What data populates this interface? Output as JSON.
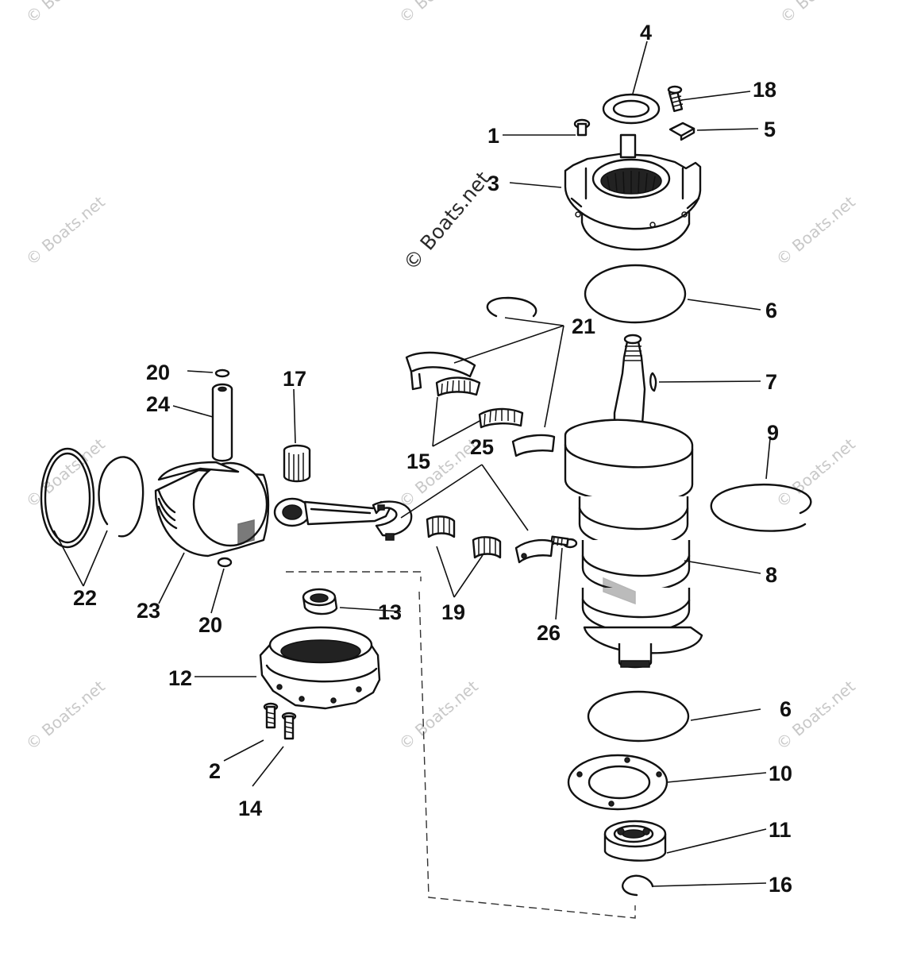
{
  "watermark": {
    "text": "© Boats.net"
  },
  "callouts": [
    "1",
    "2",
    "3",
    "4",
    "5",
    "6",
    "6",
    "7",
    "8",
    "9",
    "10",
    "11",
    "12",
    "13",
    "14",
    "15",
    "16",
    "17",
    "18",
    "19",
    "20",
    "20",
    "21",
    "22",
    "23",
    "24",
    "25",
    "26"
  ]
}
